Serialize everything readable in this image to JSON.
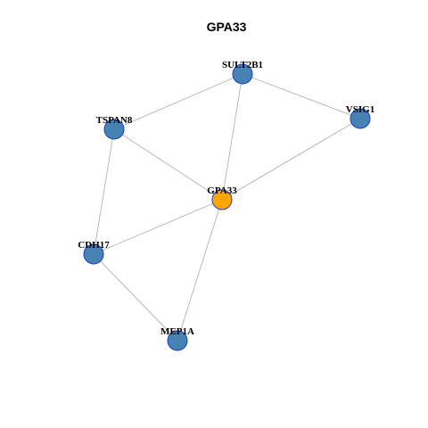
{
  "diagram": {
    "title": "GPA33",
    "colors": {
      "center_node": "#FFA500",
      "neighbor_node": "#4682B4",
      "node_border": "#1F3FBF",
      "edge": "#B3B3B3"
    },
    "nodes": [
      {
        "id": "SULT2B1",
        "label": "SULT2B1",
        "role": "neighbor"
      },
      {
        "id": "VSIG1",
        "label": "VSIG1",
        "role": "neighbor"
      },
      {
        "id": "TSPAN8",
        "label": "TSPAN8",
        "role": "neighbor"
      },
      {
        "id": "GPA33",
        "label": "GPA33",
        "role": "center"
      },
      {
        "id": "CDH17",
        "label": "CDH17",
        "role": "neighbor"
      },
      {
        "id": "MEP1A",
        "label": "MEP1A",
        "role": "neighbor"
      }
    ],
    "edges": [
      {
        "source": "SULT2B1",
        "target": "VSIG1"
      },
      {
        "source": "SULT2B1",
        "target": "TSPAN8"
      },
      {
        "source": "SULT2B1",
        "target": "GPA33"
      },
      {
        "source": "VSIG1",
        "target": "GPA33"
      },
      {
        "source": "TSPAN8",
        "target": "GPA33"
      },
      {
        "source": "TSPAN8",
        "target": "CDH17"
      },
      {
        "source": "GPA33",
        "target": "CDH17"
      },
      {
        "source": "GPA33",
        "target": "MEP1A"
      },
      {
        "source": "CDH17",
        "target": "MEP1A"
      }
    ]
  }
}
